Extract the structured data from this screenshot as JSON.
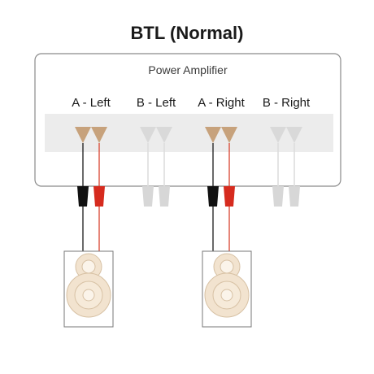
{
  "title": "BTL (Normal)",
  "amplifier": {
    "label": "Power Amplifier",
    "channels": [
      {
        "label": "A - Left",
        "active": true
      },
      {
        "label": "B - Left",
        "active": false
      },
      {
        "label": "A - Right",
        "active": true
      },
      {
        "label": "B - Right",
        "active": false
      }
    ]
  },
  "speakers": [
    {
      "name": "left-speaker"
    },
    {
      "name": "right-speaker"
    }
  ],
  "colors": {
    "terminal_active": "#c7a27c",
    "terminal_inactive": "#d9d9d9",
    "wire_negative": "#1a1a1a",
    "wire_positive": "#d9432f",
    "wire_inactive": "#dedede",
    "plug_negative": "#111111",
    "plug_positive": "#d62b1e",
    "plug_inactive": "#d7d7d7",
    "panel_band": "#ececec",
    "speaker_cone": "#f2e3cf"
  }
}
